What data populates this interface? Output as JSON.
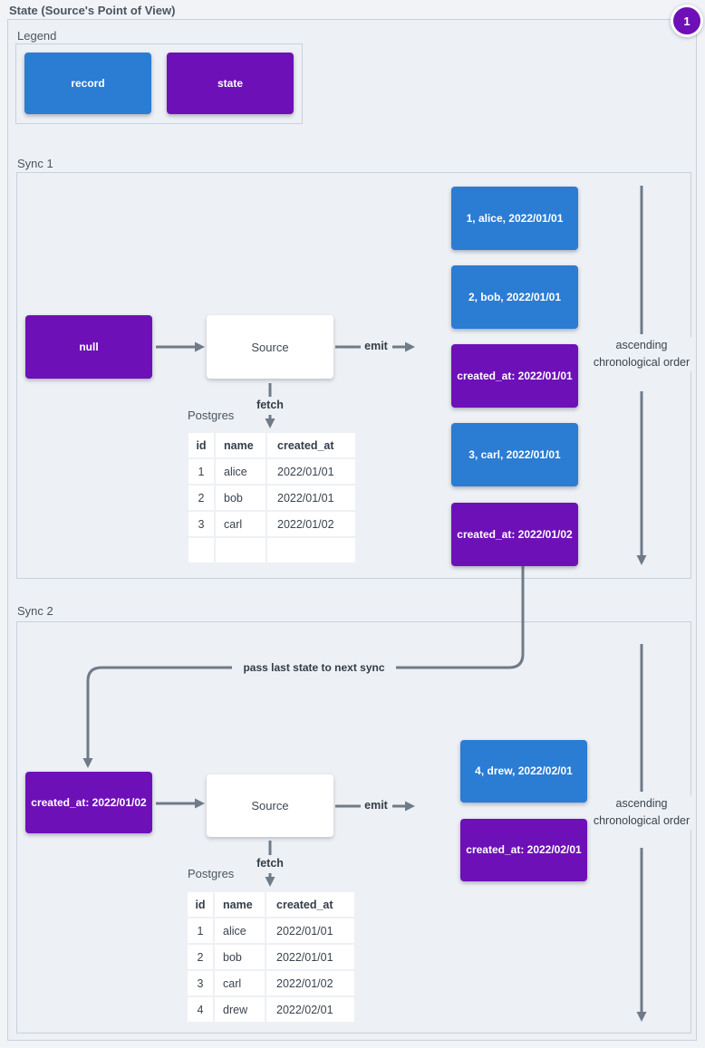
{
  "page": {
    "title": "State (Source's Point of View)",
    "badge": "1"
  },
  "colors": {
    "record": "#2b7cd3",
    "state": "#6e10b7",
    "line": "#6f7b89"
  },
  "legend": {
    "title": "Legend",
    "record_label": "record",
    "state_label": "state"
  },
  "labels": {
    "source": "Source",
    "emit": "emit",
    "fetch": "fetch",
    "db": "Postgres",
    "order": "ascending chronological order",
    "pass_state": "pass last state to next sync"
  },
  "sync1": {
    "title": "Sync 1",
    "input_state": "null",
    "emitted": [
      {
        "type": "record",
        "label": "1, alice, 2022/01/01"
      },
      {
        "type": "record",
        "label": "2, bob, 2022/01/01"
      },
      {
        "type": "state",
        "label": "created_at: 2022/01/01"
      },
      {
        "type": "record",
        "label": "3, carl, 2022/01/01"
      },
      {
        "type": "state",
        "label": "created_at: 2022/01/02"
      }
    ],
    "table": {
      "headers": [
        "id",
        "name",
        "created_at"
      ],
      "rows": [
        [
          "1",
          "alice",
          "2022/01/01"
        ],
        [
          "2",
          "bob",
          "2022/01/01"
        ],
        [
          "3",
          "carl",
          "2022/01/02"
        ],
        [
          "",
          "",
          ""
        ]
      ]
    }
  },
  "sync2": {
    "title": "Sync 2",
    "input_state": "created_at: 2022/01/02",
    "emitted": [
      {
        "type": "record",
        "label": "4, drew, 2022/02/01"
      },
      {
        "type": "state",
        "label": "created_at: 2022/02/01"
      }
    ],
    "table": {
      "headers": [
        "id",
        "name",
        "created_at"
      ],
      "rows": [
        [
          "1",
          "alice",
          "2022/01/01"
        ],
        [
          "2",
          "bob",
          "2022/01/01"
        ],
        [
          "3",
          "carl",
          "2022/01/02"
        ],
        [
          "4",
          "drew",
          "2022/02/01"
        ]
      ]
    }
  }
}
